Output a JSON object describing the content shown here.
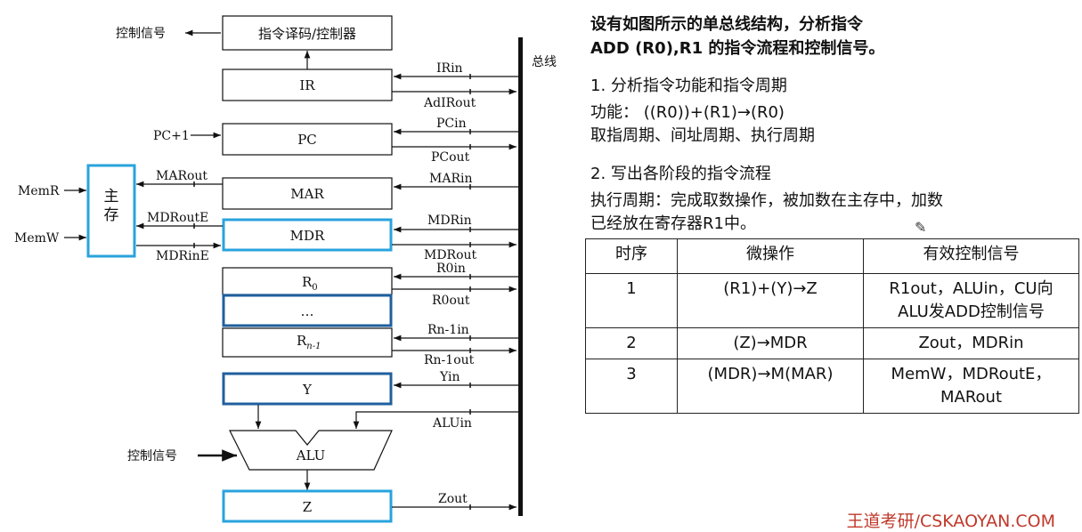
{
  "diagram": {
    "bus_label": "总线",
    "control_signal_out": "控制信号",
    "control_signal_in": "控制信号",
    "decoder": "指令译码/控制器",
    "main_memory": "主存",
    "memory_inputs": {
      "memr": "MemR",
      "memw": "MemW"
    },
    "pc_plus_one": "PC+1",
    "registers": {
      "ir": "IR",
      "pc": "PC",
      "mar": "MAR",
      "mdr": "MDR",
      "r0": "R",
      "r0_sub": "0",
      "dots": "…",
      "rn": "R",
      "rn_sub": "n-1",
      "y": "Y",
      "alu": "ALU",
      "z": "Z"
    },
    "signals": {
      "irin": "IRin",
      "adirout": "AdIRout",
      "pcin": "PCin",
      "pcout": "PCout",
      "marout": "MARout",
      "marin": "MARin",
      "mdroute": "MDRoutE",
      "mdrine": "MDRinE",
      "mdrin": "MDRin",
      "mdrout": "MDRout",
      "r0in": "R0in",
      "r0out": "R0out",
      "rn1in": "Rn-1in",
      "rn1out": "Rn-1out",
      "yin": "Yin",
      "aluin": "ALUin",
      "zout": "Zout"
    },
    "colors": {
      "highlight": "#29a3dd",
      "highlight_dark": "#1f5f9e",
      "line": "#111111"
    }
  },
  "panel": {
    "heading_line1": "设有如图所示的单总线结构，分析指令",
    "heading_line2": "ADD (R0),R1 的指令流程和控制信号。",
    "step1_title": "1. 分析指令功能和指令周期",
    "function_line": "功能： ((R0))+(R1)→(R0)",
    "cycles_line": "取指周期、间址周期、执行周期",
    "step2_title": "2. 写出各阶段的指令流程",
    "exec_line1": "执行周期：完成取数操作，被加数在主存中，加数",
    "exec_line2": "已经放在寄存器R1中。",
    "table": {
      "headers": [
        "时序",
        "微操作",
        "有效控制信号"
      ],
      "rows": [
        {
          "seq": "1",
          "micro": "(R1)+(Y)→Z",
          "signals_line1": "R1out，ALUin，CU向",
          "signals_line2": "ALU发ADD控制信号"
        },
        {
          "seq": "2",
          "micro": "(Z)→MDR",
          "signals_line1": "Zout，MDRin",
          "signals_line2": ""
        },
        {
          "seq": "3",
          "micro": "(MDR)→M(MAR)",
          "signals_line1": "MemW，MDRoutE，",
          "signals_line2": "MARout"
        }
      ]
    },
    "watermark": "王道考研/CSKAOYAN.COM"
  }
}
